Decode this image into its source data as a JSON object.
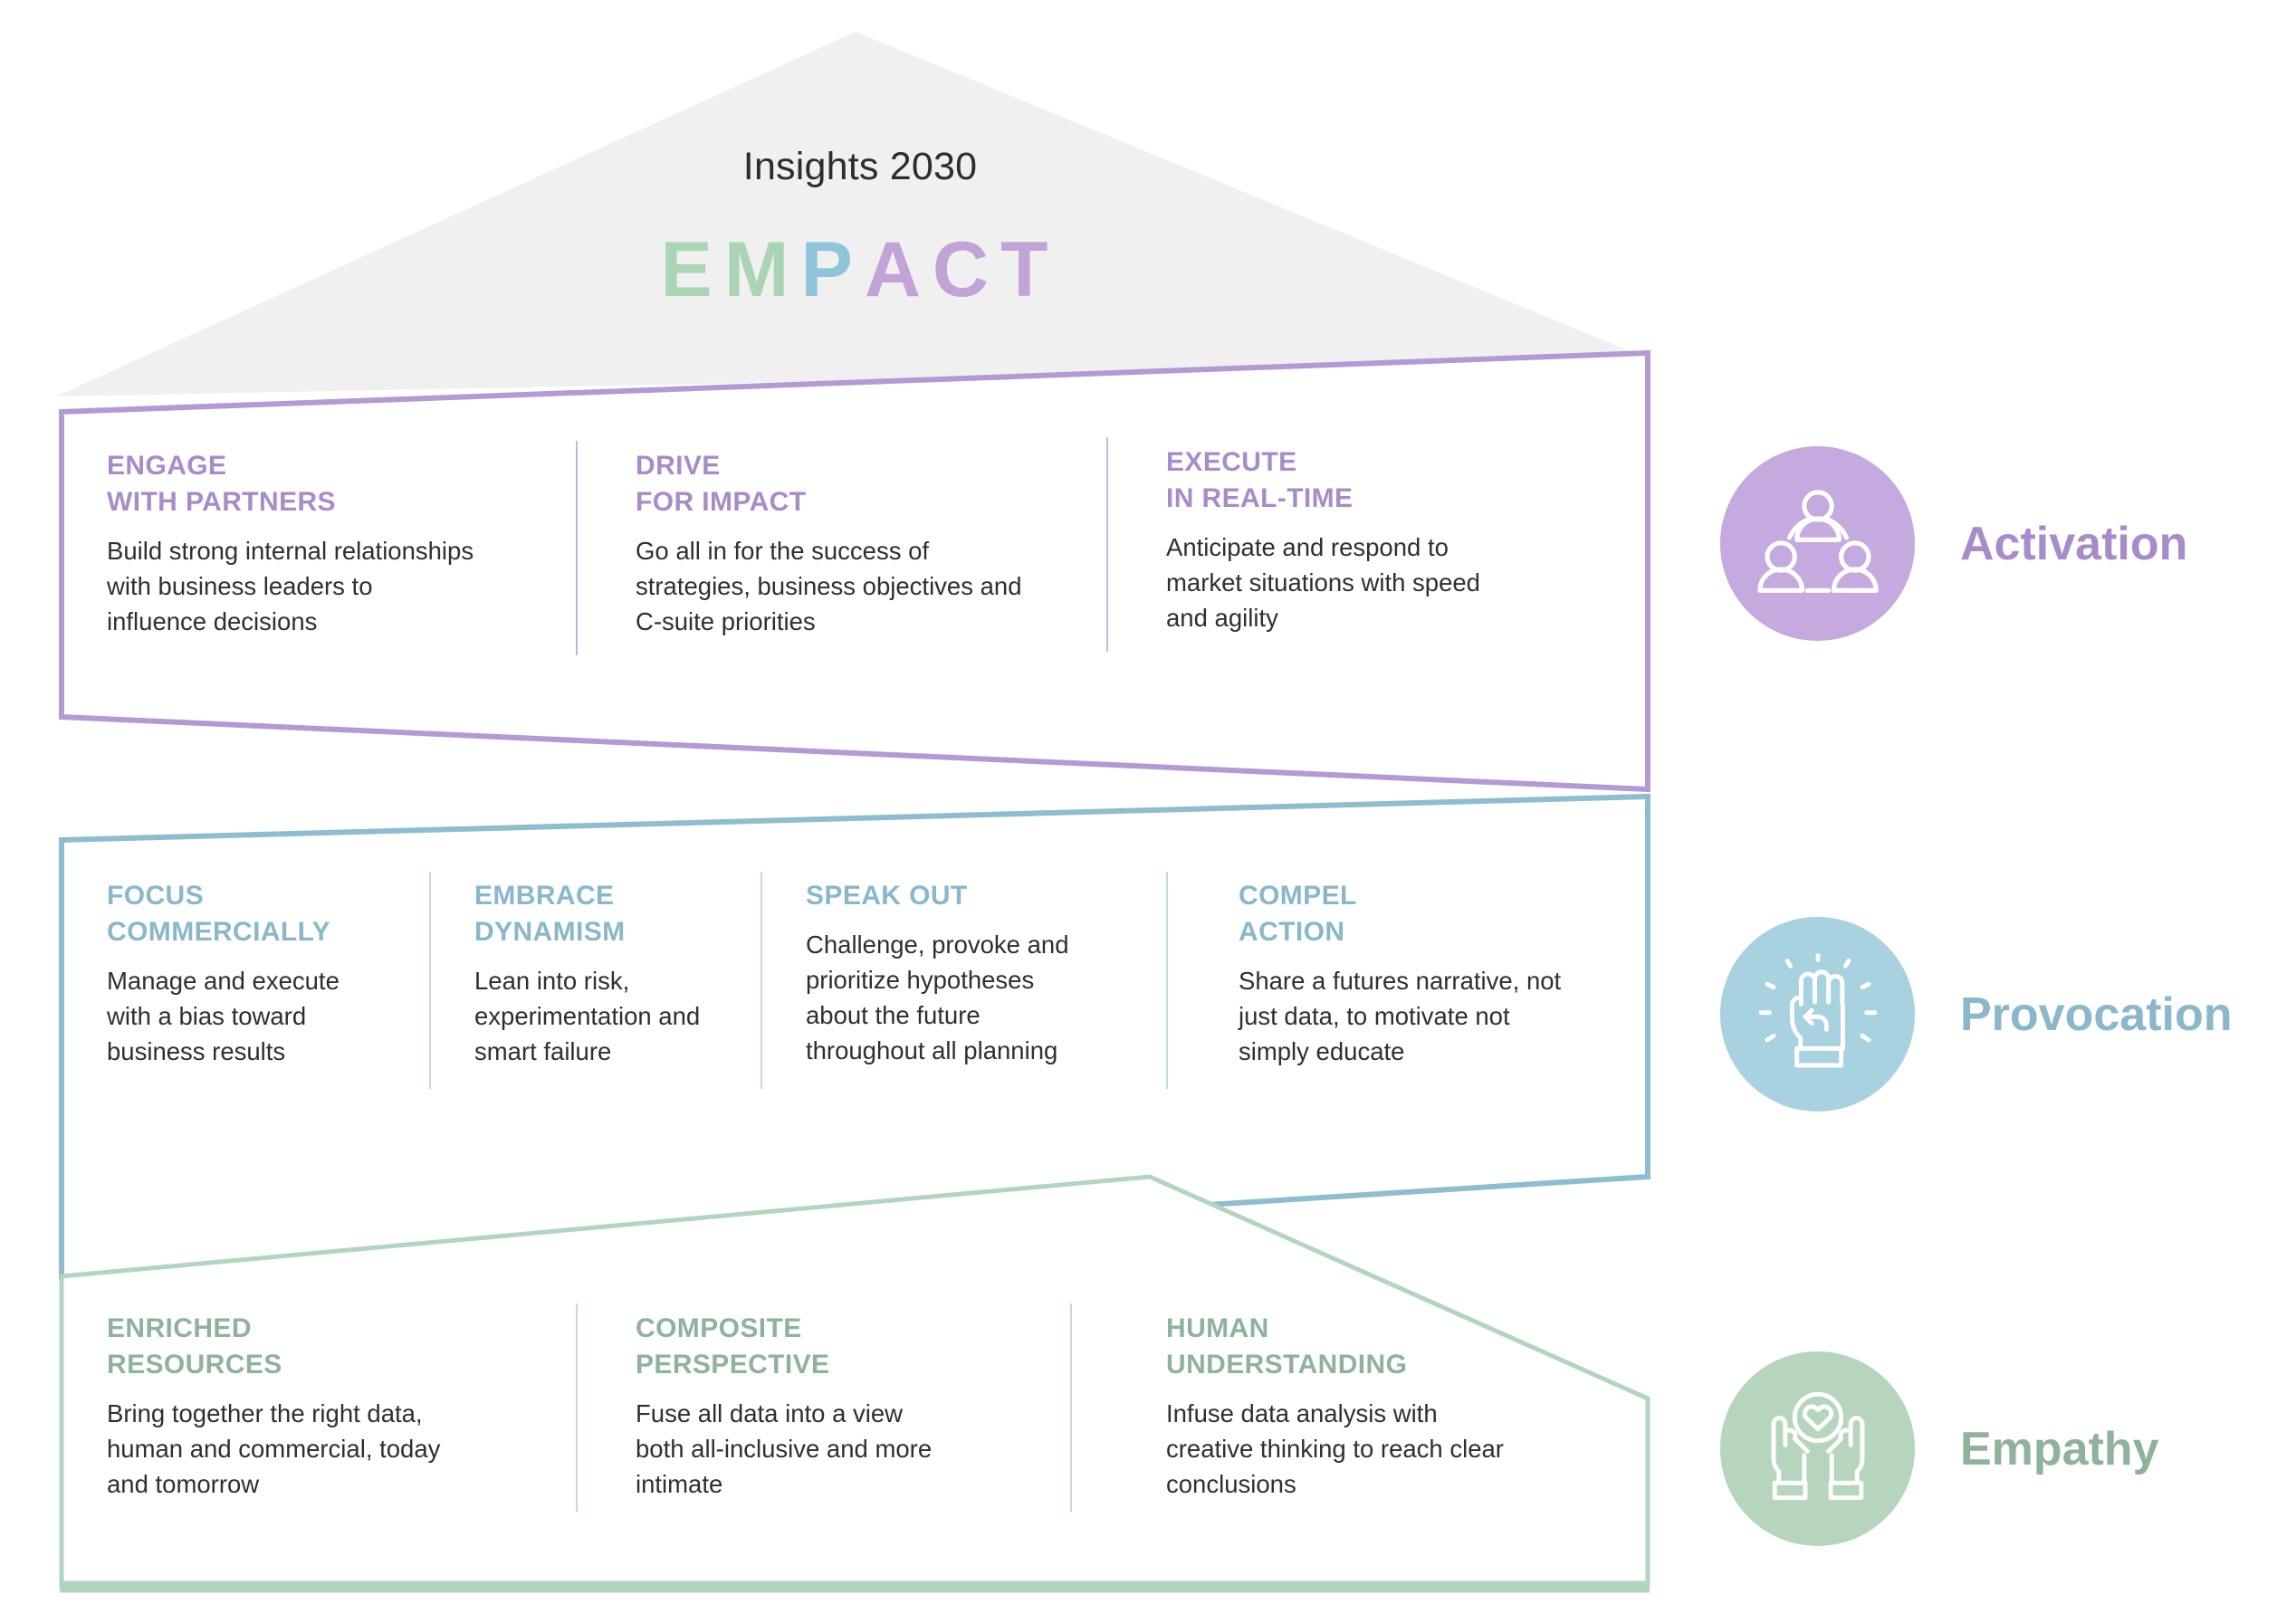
{
  "roof": {
    "title": "Insights 2030",
    "acronym_letters": [
      {
        "char": "E",
        "color": "#a9d5b5"
      },
      {
        "char": "M",
        "color": "#a9d5b5"
      },
      {
        "char": "P",
        "color": "#8ec5d9"
      },
      {
        "char": "A",
        "color": "#c2a3d8"
      },
      {
        "char": "C",
        "color": "#c2a3d8"
      },
      {
        "char": "T",
        "color": "#c2a3d8"
      }
    ],
    "fill": "#f0f0f0"
  },
  "theme": {
    "activation": "#b49ad4",
    "provocation": "#8ebdcf",
    "empathy": "#92b79c",
    "activation_heading": "#a78cc9",
    "provocation_heading": "#8ab7ca",
    "empathy_heading": "#8fb39a",
    "activation_badge": "#c4aade",
    "provocation_badge": "#a8d2e0",
    "empathy_badge": "#b6d5bd",
    "body_text": "#2f2f2f"
  },
  "bands": [
    {
      "id": "activation",
      "legend_label": "Activation",
      "legend_icon": "people-network-icon",
      "pillars": [
        {
          "heading": "ENGAGE\nWITH PARTNERS",
          "body": "Build strong internal relationships\nwith business leaders to\ninfluence decisions"
        },
        {
          "heading": "DRIVE\nFOR IMPACT",
          "body": "Go all in for the success of\nstrategies, business objectives and\nC-suite priorities"
        },
        {
          "heading": "EXECUTE\nIN REAL-TIME",
          "body": "Anticipate and respond to\nmarket situations with speed\nand agility"
        }
      ]
    },
    {
      "id": "provocation",
      "legend_label": "Provocation",
      "legend_icon": "raised-fist-icon",
      "pillars": [
        {
          "heading": "FOCUS\nCOMMERCIALLY",
          "body": "Manage and execute\nwith a bias toward\nbusiness results"
        },
        {
          "heading": "EMBRACE\nDYNAMISM",
          "body": "Lean into risk,\nexperimentation and\nsmart failure"
        },
        {
          "heading": "SPEAK OUT",
          "body": "Challenge, provoke and\nprioritize hypotheses\nabout the future\nthroughout all planning"
        },
        {
          "heading": "COMPEL\nACTION",
          "body": "Share a futures narrative, not\njust data, to motivate not\nsimply educate"
        }
      ]
    },
    {
      "id": "empathy",
      "legend_label": "Empathy",
      "legend_icon": "hands-heart-icon",
      "pillars": [
        {
          "heading": "ENRICHED\nRESOURCES",
          "body": "Bring together the right data,\nhuman and commercial, today\nand tomorrow"
        },
        {
          "heading": "COMPOSITE\nPERSPECTIVE",
          "body": "Fuse all data into a view\nboth all-inclusive and more\nintimate"
        },
        {
          "heading": "HUMAN\nUNDERSTANDING",
          "body": "Infuse data analysis with\ncreative thinking to reach clear\nconclusions"
        }
      ]
    }
  ]
}
